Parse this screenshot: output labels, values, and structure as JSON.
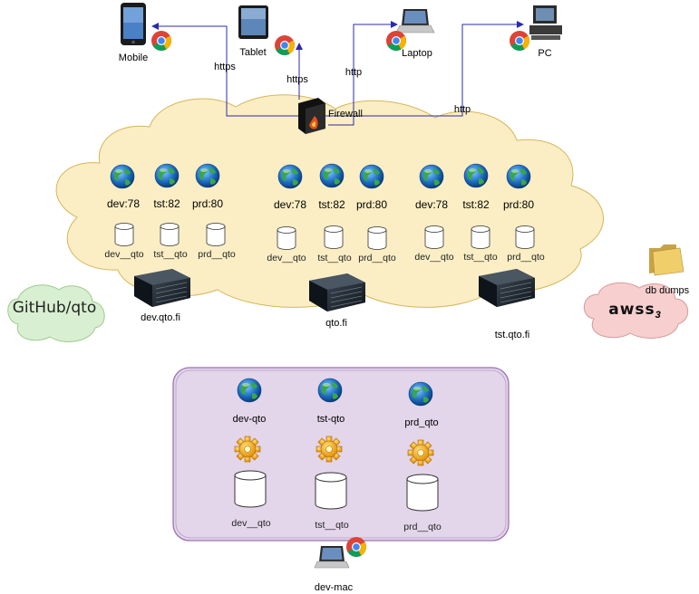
{
  "clients": {
    "mobile": "Mobile",
    "tablet": "Tablet",
    "laptop": "Laptop",
    "pc": "PC"
  },
  "edges": {
    "mobile": "https",
    "tablet": "https",
    "laptop": "http",
    "pc": "http"
  },
  "firewall": "Firewall",
  "servers": [
    {
      "host": "dev.qto.fi",
      "envs": [
        "dev:78",
        "tst:82",
        "prd:80"
      ],
      "dbs": [
        "dev__qto",
        "tst__qto",
        "prd__qto"
      ]
    },
    {
      "host": "qto.fi",
      "envs": [
        "dev:78",
        "tst:82",
        "prd:80"
      ],
      "dbs": [
        "dev__qto",
        "tst__qto",
        "prd__qto"
      ]
    },
    {
      "host": "tst.qto.fi",
      "envs": [
        "dev:78",
        "tst:82",
        "prd:80"
      ],
      "dbs": [
        "dev__qto",
        "tst__qto",
        "prd__qto"
      ]
    }
  ],
  "github": "GitHub/qto",
  "aws": {
    "label": "awss",
    "sub": "3",
    "folder": "db dumps"
  },
  "devmac": {
    "name": "dev-mac",
    "envs": [
      "dev-qto",
      "tst-qto",
      "prd_qto"
    ],
    "dbs": [
      "dev__qto",
      "tst__qto",
      "prd__qto"
    ]
  },
  "colors": {
    "cloud_fill": "#fbeec4",
    "cloud_stroke": "#d6b65a",
    "github_fill": "#d9efd1",
    "aws_fill": "#f7cfcf",
    "devmac_fill": "#e3d5ea",
    "devmac_stroke": "#9a72b0",
    "edge": "#2b2ba8"
  }
}
